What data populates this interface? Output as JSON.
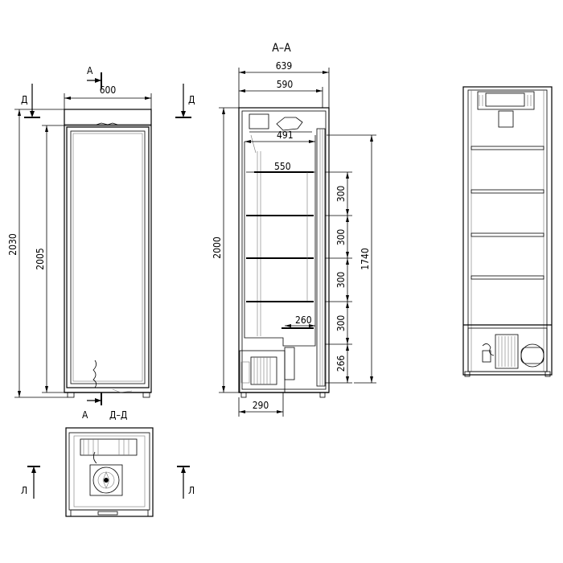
{
  "labels": {
    "section_aa": "А–А",
    "section_dd": "Д–Д",
    "mark_a": "А",
    "mark_d": "Д",
    "mark_l": "Л"
  },
  "dimensions": {
    "front_width": "600",
    "front_height_total": "2030",
    "front_height_body": "2005",
    "section_depth_total": "639",
    "section_depth_body": "590",
    "section_491": "491",
    "section_550": "550",
    "section_height": "2000",
    "shelf_pitch_1": "300",
    "shelf_pitch_2": "300",
    "shelf_pitch_3": "300",
    "shelf_pitch_4": "300",
    "bottom_266": "266",
    "glass_height": "1740",
    "shelf_260": "260",
    "unit_290": "290"
  }
}
